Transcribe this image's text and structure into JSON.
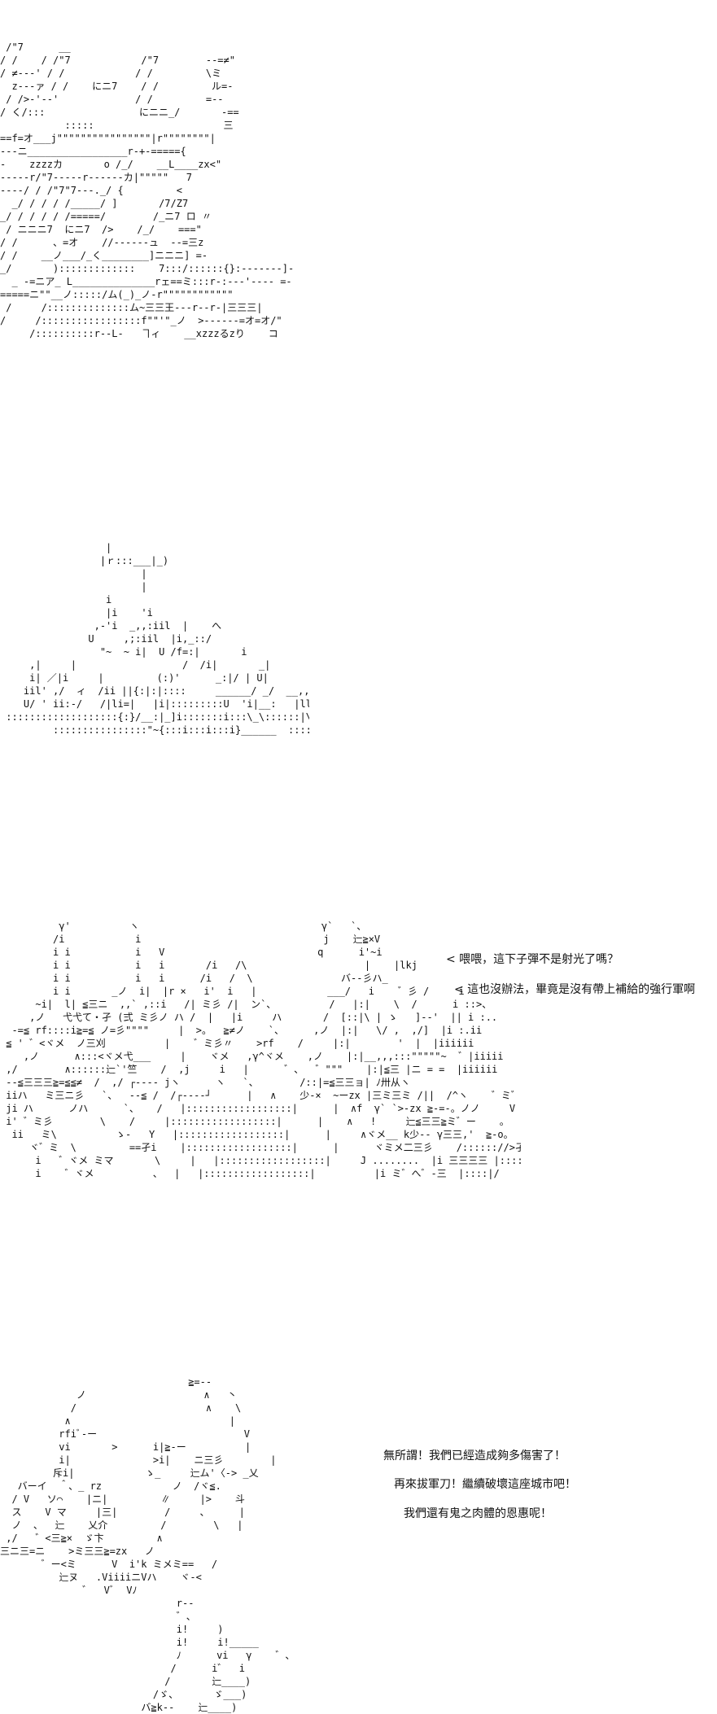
{
  "panels": [
    {
      "art": " /\"7      __\n/ /    / /\"7            /\"7        --=≠\"\n/ ≠---' / /            / /         \\ミ\n  z---ァ / /    にニ7    / /         ル=-\n / />-'--'             / /         =--\n/ く/:::                にニニ_/       -==\n           :::::                      三\n==f=オ___j\"\"\"\"\"\"\"\"\"\"\"\"\"\"\"\"|r\"\"\"\"\"\"\"\"|\n---ニ_________________r-+-====={\n-    zzzzカ       o /_/    __L____zx<\"\n-----r/\"7-----r------カ|\"\"\"\"\"   7\n----/ / /\"7\"7---._/ {         <\n  _/ / / / /_____/ ]       /7/Z7\n_/ / / / / /=====/        /_ニ7 ロ 〃\n / ニニニ7  にニ7  />    /_/    ===\"\n/ /      、=オ    //------ュ  --=三z\n/ /    __ノ___/_く________]ニニニ] =-\n_/       ):::::::::::::    7:::/::::::{}:-------]--\n  _ -=ニア_ L______________rェ==ミ:::r-:---'---- =--\n=====ニ\"\"__ノ:::::/ム(_)_ノ-r\"\"\"\"\"\"\"\"\"\"\"\"\n /     /::::::::::::::ム~三三王---r--r-|三三三|\n/     /:::::::::::::::::f\"\"'\"_ノ  >------=オ=オ/\"\n     /::::::::::r--L-   ヿィ    __xzzzるzり    コ"
    },
    {
      "art": "                  |\n                 |ｒ:::___|_)\n                        |\n                        |\n                  i\n                  |i    'i\n                ,-'i  _,,:iil  |    へ\n               U     ,;:iil  |i,_::/\n                 \"~  ~ i|  U /f=:|       i\n     ,|     |                  /  /i|       _|       _\n     i| ／|i     |         (:)'      _:|/ | U|        /  /\n    iil' ,/  ィ  /ii ||{:|:|::::     ______/ _/  __,, |\n    U/ ' ii:-/   /|li=|   |i|:::::::::U  'i|__:   |ll/__   :::\n :::::::::::::::::::{:}/__:|_]i:::::::i:::\\_\\::::::|\\L_:::::  _:::::\n         ::::::::::::::::\"~{:::i:::i:::i}______  ::::::::::::::::::(:)  ____U"
    },
    {
      "art": "          γ'          ヽ                               γ`   `、\n         /i            i                               j    辷≧×V\n         i i           i   V                          q      i'~i\n         i i           i   i       /i   /\\                    |    |lkj\n         i i           i   i      /i   /  \\               バ--彡ハ_\n         i i       _ノ  i|  |r ×   i'  i   |            ___/   i    ゛彡 /     i\n      ~i|  l| ≦三ニ  ,,` ,::i   /| ミ彡 /|  ン`、         /   |:|    \\  /      i ::>、\n     ,ノ   弋弋て・孑 (弍 ミ彡ノ ハ /  |   |i     ハ       /  [::|\\ | ゝ   ]--'  || i :..\n  -=≦ rf::::i≧=≦ ノ=彡\"\"\"\"     |  >。  ≧≠ノ    `、     ,ノ  |:|   \\/ ,  ,/]  |i :.ii\n ≦ ' ゛<ヾメ  ノ三刈          |    ゛ミ彡〃    >rf    /     |:|        '  |  |iiiiii\n    ,ノ      ∧:::<ヾメ弋___     |    ヾメ   ,γ^ヾメ    ,ノ    |:|__,,,:::\"\"\"\"\"~  ゛|iiiii\n ,/        ∧::::::辷`'竺    /  ,j     i   |      ゛、  ゛\"\"\"    |:|≦三 |ニ = =  |iiiiii\n --≦三三三≧=≦≦≠  /  ,/ ┌---- jヽ      ヽ   `、       /::|=≦三三ョ| ﾉ卅从ヽ\n iiハ   ミ三ニ彡   `、  --≦ /  /┌----┘      |   ∧    少-×  ~ーzx |三ミ三ミ /||  /^ヽ    ゛ミ゛i\n ji ハ      ノハ      `、   /   |::::::::::::::::::|      |  ∧f  γ` `>-zx ≧-=-。ノノ     V j\n i' ゛ミ彡        \\    /     |::::::::::::::::::|      |    ∧   !     辷≦三三≧ミ゛ー    。\n  ii   ミ\\          ゝ-   Y   |::::::::::::::::::|      |     ∧ヾメ__ k少-- γ三三,'  ≧-o。\n     ヾ゛ミ  \\         ==孑i    |::::::::::::::::::|      |      ヾミメ二三彡    /:::::://>孑j三三三≧\n      i   ゛ヾメ ミマ       \\     |   |::::::::::::::::::|     J ........  |i 三三三三 |:::::::|/     弋n∩fj三三\n      i    ゛ヾメ          、  |   |::::::::::::::::::|          |i ミ゛へ゛-三  |::::|/        --<"
    },
    {
      "art": "                                ≧=--\n             ノ                    ∧   丶\n            /                      ∧    \\\n           ∧                           |\n          rfiﾞ-ー                         V\n          vi       >      i|≧-ー          |\n          i|              >i|    ニ三彡        |\n         斥i|            ゝ_     辷ム'〈-> _乂\n   バーイ  ＾、_ rz            ノ  /ヾ≦.\n  / V   ソ⌒    |ニ|         ∥     |>    斗\n  ス    V マ     |三|        /     、     |\n  ノ  、  辷    乂介         /        \\   |\n ,/   ゛<三≧×  ゞ卞         ∧\n三ニ三=ニ    >ミ三三≧=zx   ノ\n       ゛ー<ミ      V  i'k ミメミ==   /\n          辷ヌ   .ViiiiニVハ    ヾ-<\n              ゛  Vﾞ  Vﾉ\n                              r--\n                              ゛、\n                              i!     )\n                              i!     i!_____\n                              ﾉ      vi   γ    ゛、\n                             /      i゛  i\n                            /       辷____)\n                          /ゞ、      ゞ___)\n                        バ≧k--    辷____)"
    }
  ],
  "dialogue": {
    "panel3": [
      "< 喂喂，這下子彈不是射光了嗎？",
      "< 這也沒辦法，畢竟是沒有帶上補給的強行軍啊"
    ],
    "panel4": [
      "無所謂！我們已經造成夠多傷害了！",
      "再來拔軍刀！繼續破壞這座城市吧！",
      "我們還有鬼之肉體的恩惠呢！"
    ]
  }
}
